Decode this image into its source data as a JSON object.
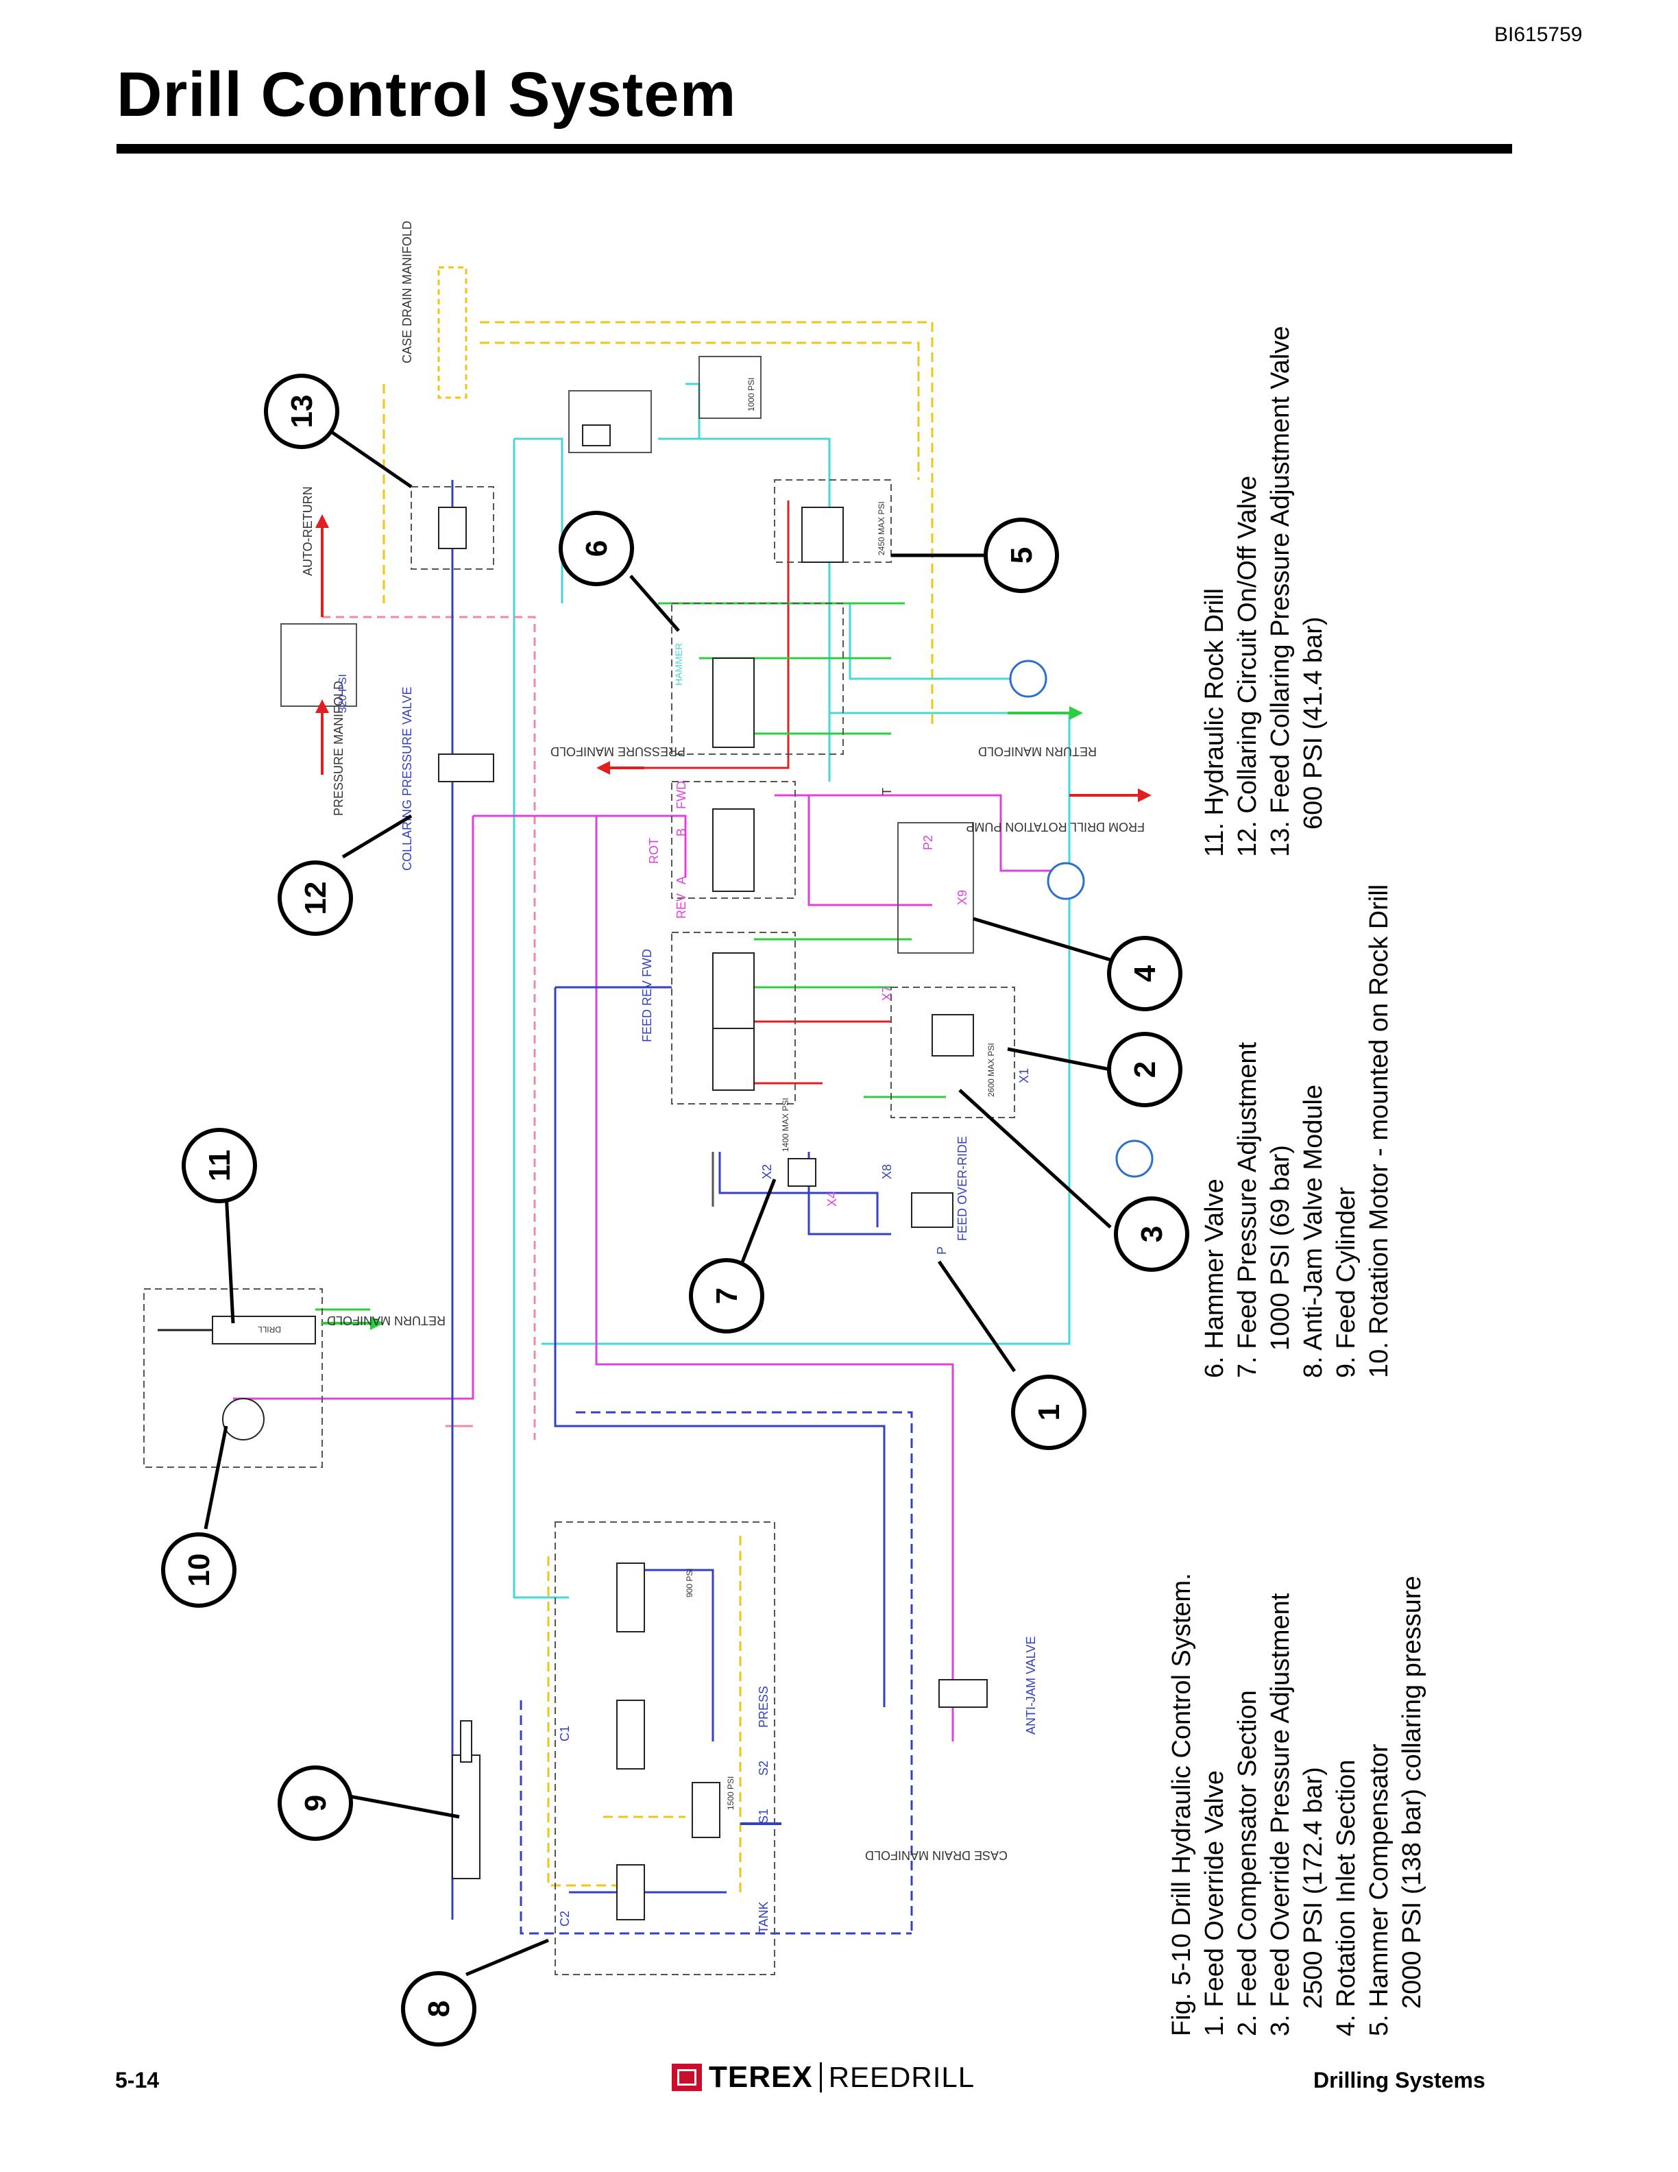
{
  "doc_id": "BI615759",
  "title": "Drill Control System",
  "diagram_labels": {
    "case_drain_manifold": "CASE DRAIN MANIFOLD",
    "auto_return": "AUTO-RETURN",
    "pressure_manifold": "PRESSURE MANIFOLD",
    "collaring_pressure_valve": "COLLARING PRESSURE VALVE",
    "psi_1000": "1000 PSI",
    "psi_2450": "2450 MAX PSI",
    "psi_2600": "2600 MAX PSI",
    "psi_1400": "1400 MAX PSI",
    "psi_320": "320 PSI",
    "psi_900": "900 PSI",
    "psi_1500": "1500 PSI",
    "hammer": "HAMMER",
    "pressure_manifold_2": "PRESSURE MANIFOLD",
    "return_manifold": "RETURN MANIFOLD",
    "from_drill_rotation_pump": "FROM DRILL ROTATION PUMP",
    "rot": "ROT",
    "fwd": "FWD",
    "rev": "REV",
    "feed_rev_fwd": "FEED REV FWD",
    "feed_override": "FEED OVER-RIDE",
    "return_manifold_2": "RETURN MANIFOLD",
    "drill": "DRILL",
    "anti_jam_valve": "ANTI-JAM VALVE",
    "case_drain_manifold_2": "CASE DRAIN MANIFOLD",
    "press": "PRESS",
    "tank": "TANK",
    "s1": "S1",
    "s2": "S2",
    "c1": "C1",
    "c2": "C2",
    "x1": "X1",
    "x2": "X2",
    "x4": "X4",
    "x7": "X7",
    "x8": "X8",
    "x9": "X9",
    "p2": "P2",
    "t": "T",
    "a": "A",
    "b": "B",
    "p": "P"
  },
  "callouts": [
    "1",
    "2",
    "3",
    "4",
    "5",
    "6",
    "7",
    "8",
    "9",
    "10",
    "11",
    "12",
    "13"
  ],
  "legend": {
    "caption": "Fig. 5-10  Drill Hydraulic Control System.",
    "col1": [
      "1. Feed Override Valve",
      "2. Feed Compensator Section",
      "3. Feed Override Pressure Adjustment",
      "2500 PSI (172.4 bar)",
      "4. Rotation Inlet Section",
      "5. Hammer Compensator",
      "2000 PSI (138 bar) collaring pressure"
    ],
    "col2": [
      "6. Hammer Valve",
      "7. Feed Pressure Adjustment",
      "1000 PSI (69 bar)",
      "8. Anti-Jam Valve Module",
      "9. Feed Cylinder",
      "10. Rotation Motor - mounted on Rock Drill"
    ],
    "col3": [
      "11. Hydraulic Rock Drill",
      "12. Collaring Circuit On/Off Valve",
      "13. Feed Collaring Pressure Adjustment Valve",
      "600 PSI (41.4 bar)"
    ]
  },
  "footer": {
    "page": "5-14",
    "brand_main": "TEREX",
    "brand_sub": "REEDRILL",
    "section": "Drilling Systems"
  },
  "colors": {
    "cyan": "#49d6d6",
    "magenta": "#e040e0",
    "pink": "#f08aa0",
    "green": "#2ecc40",
    "yellow": "#f0c419",
    "blue": "#3340c0",
    "red": "#e02020"
  }
}
